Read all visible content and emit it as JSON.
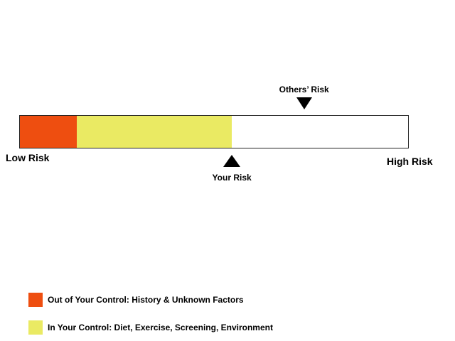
{
  "chart_data": {
    "type": "bar",
    "orientation": "horizontal",
    "stacked": true,
    "xlim": [
      0,
      100
    ],
    "axis_labels": {
      "low": "Low Risk",
      "high": "High Risk"
    },
    "segments": [
      {
        "name": "Out of Your Control: History & Unknown Factors",
        "value": 14.6,
        "color": "#ee4e10"
      },
      {
        "name": "In Your Control: Diet, Exercise, Screening, Environment",
        "value": 40.0,
        "color": "#eaea63"
      }
    ],
    "markers": [
      {
        "label": "Others’ Risk",
        "value": 73.2,
        "direction": "down"
      },
      {
        "label": "Your Risk",
        "value": 54.6,
        "direction": "up"
      }
    ],
    "legend_placement": "bottom-left"
  }
}
